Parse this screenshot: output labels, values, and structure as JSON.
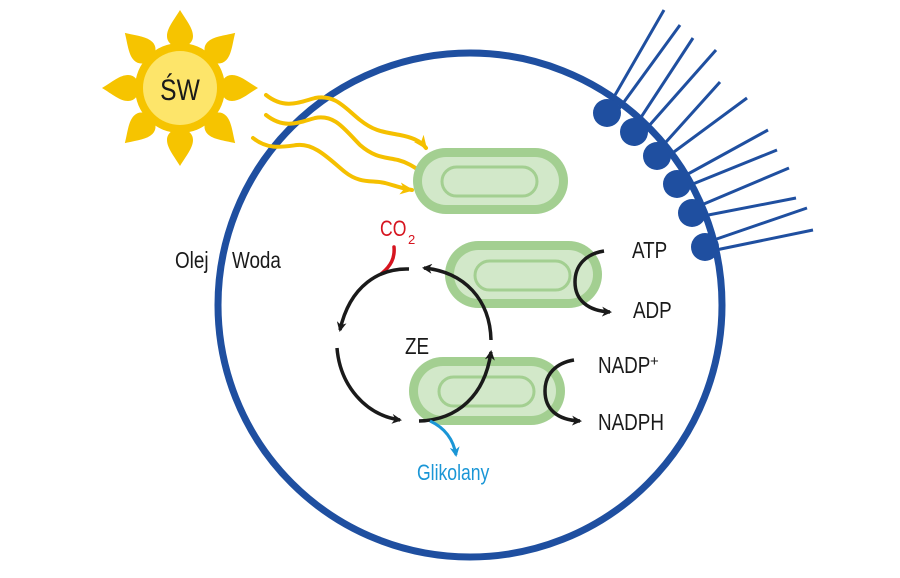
{
  "colors": {
    "membrane": "#1f4fa0",
    "sun_outer": "#f6c400",
    "sun_inner": "#fde56a",
    "light_ray": "#f5c000",
    "pill_outer": "#a3cf91",
    "pill_inner": "#d2e8c9",
    "arrow": "#1a1a1a",
    "co2": "#d6141f",
    "glycolates": "#1a96d6",
    "text": "#1a1a1a"
  },
  "sun": {
    "label": "ŚW",
    "icon": "sun-icon"
  },
  "phases": {
    "oil": "Olej",
    "water": "Woda"
  },
  "cycle": {
    "label": "ZE",
    "co2_main": "CO",
    "co2_sub": "2",
    "output": "Glikolany"
  },
  "energy": {
    "atp": "ATP",
    "adp": "ADP",
    "nadp_main": "NADP",
    "nadp_sup": "+",
    "nadph": "NADPH"
  }
}
